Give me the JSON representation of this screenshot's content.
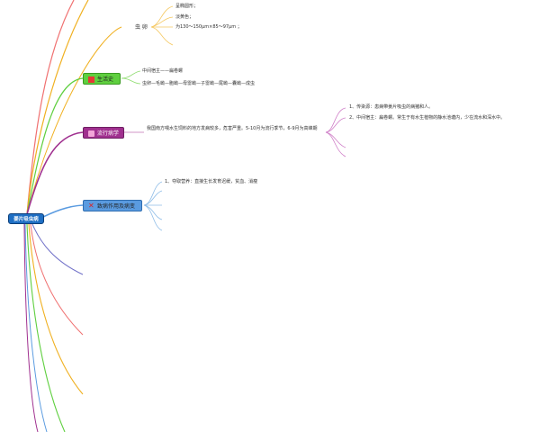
{
  "root": {
    "label": "姜片吸虫病"
  },
  "branches": {
    "egg": {
      "label": "虫 卵",
      "details": [
        "呈椭圆形；",
        "淡黄色；",
        "为130～150μm×85～97μm ；"
      ]
    },
    "lifecycle": {
      "label": "生活史",
      "details": [
        "中间宿主——扁卷螺",
        "虫卵—毛蚴—胞蚴—母雷蚴—子雷蚴—尾蚴—囊蚴—成虫"
      ]
    },
    "epidemiology": {
      "label": "流行病学",
      "details": [
        "我国南方喂水生饲料的地方发病较多，危害严重。5-10月为流行季节，6-9月为高峰期"
      ],
      "items": [
        "1、传染源：患病带姜片吸虫的病猪和人。",
        "2、中间宿主：扁卷螺。常生于有水生植物的静水池塘内，少在流水和深水中。"
      ]
    },
    "pathogenic": {
      "label": "致病作用及病变",
      "details": [
        "1、夺取营养：直接生长发育迟缓，贫血、消瘦"
      ]
    }
  },
  "colors": {
    "root": "#1f6fc4",
    "lifecycle": "#5fcf3f",
    "epidemiology": "#a0308f",
    "pathogenic": "#5a9be0",
    "egg_line": "#f0b020"
  }
}
